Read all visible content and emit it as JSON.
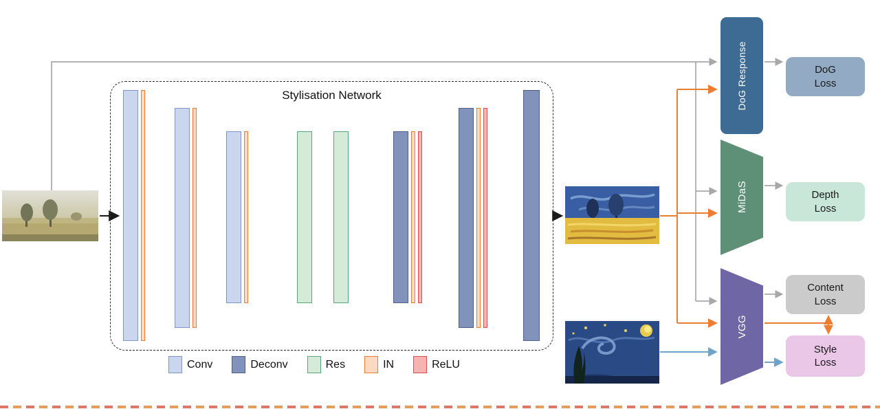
{
  "diagram": {
    "network": {
      "title": "Stylisation Network",
      "layers": [
        {
          "name": "conv-1",
          "type": "Conv",
          "followed_by": "IN"
        },
        {
          "name": "conv-2",
          "type": "Conv",
          "followed_by": "IN"
        },
        {
          "name": "conv-3",
          "type": "Conv",
          "followed_by": "IN"
        },
        {
          "name": "res-1",
          "type": "Res"
        },
        {
          "name": "res-2",
          "type": "Res"
        },
        {
          "name": "deconv-1",
          "type": "Deconv",
          "followed_by": "IN, ReLU"
        },
        {
          "name": "deconv-2",
          "type": "Deconv",
          "followed_by": "IN, ReLU"
        },
        {
          "name": "deconv-3",
          "type": "Deconv"
        }
      ]
    },
    "legend": [
      {
        "label": "Conv",
        "color": "#c9d6ee"
      },
      {
        "label": "Deconv",
        "color": "#8193ba"
      },
      {
        "label": "Res",
        "color": "#d5ead9"
      },
      {
        "label": "IN",
        "color": "#fcd9c2"
      },
      {
        "label": "ReLU",
        "color": "#f5b3b3"
      }
    ],
    "modules": [
      {
        "label": "DoG Response",
        "color": "#3e6b94"
      },
      {
        "label": "MiDaS",
        "color": "#5d9077"
      },
      {
        "label": "VGG",
        "color": "#6f66a5"
      }
    ],
    "losses": [
      {
        "line1": "DoG",
        "line2": "Loss",
        "color": "#92aac4"
      },
      {
        "line1": "Depth",
        "line2": "Loss",
        "color": "#c9e7d8"
      },
      {
        "line1": "Content",
        "line2": "Loss",
        "color": "#cbcbcb"
      },
      {
        "line1": "Style",
        "line2": "Loss",
        "color": "#eac7e6"
      }
    ],
    "images": {
      "input": "content-photo-landscape",
      "output": "stylised-output-landscape",
      "style": "style-reference-starry-night"
    },
    "arrow_colors": {
      "input_path": "#a8a8a8",
      "output_path": "#ed7d31",
      "style_path": "#6fa3c7",
      "main": "#1a1a1a"
    }
  }
}
